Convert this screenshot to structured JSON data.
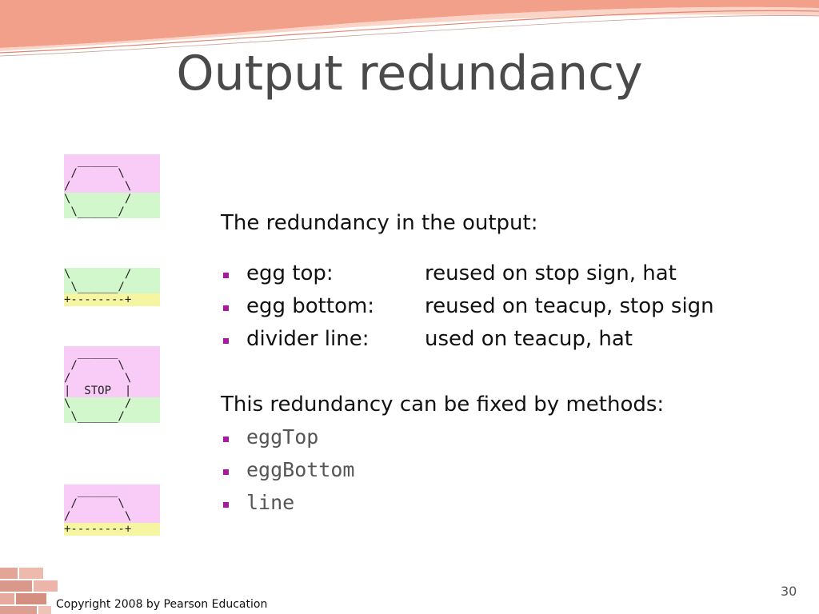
{
  "slide": {
    "title": "Output redundancy",
    "colors": {
      "pink": "#f9cbf7",
      "green": "#d3f7cd",
      "yellow": "#f6f6a2",
      "bullet": "#a81a9c",
      "banner": "#f2a08a"
    }
  },
  "ascii_figures": [
    {
      "name": "egg",
      "lines": [
        {
          "text": "  ______",
          "color": "pink"
        },
        {
          "text": " /      \\",
          "color": "pink"
        },
        {
          "text": "/        \\",
          "color": "pink"
        },
        {
          "text": "\\        /",
          "color": "green"
        },
        {
          "text": " \\______/",
          "color": "green"
        }
      ]
    },
    {
      "name": "teacup",
      "lines": [
        {
          "text": "\\        /",
          "color": "green"
        },
        {
          "text": " \\______/",
          "color": "green"
        },
        {
          "text": "+--------+",
          "color": "yellow"
        }
      ]
    },
    {
      "name": "stop-sign",
      "lines": [
        {
          "text": "  ______",
          "color": "pink"
        },
        {
          "text": " /      \\",
          "color": "pink"
        },
        {
          "text": "/        \\",
          "color": "pink"
        },
        {
          "text": "|  STOP  |",
          "color": "pink"
        },
        {
          "text": "\\        /",
          "color": "green"
        },
        {
          "text": " \\______/",
          "color": "green"
        }
      ]
    },
    {
      "name": "hat",
      "lines": [
        {
          "text": "  ______",
          "color": "pink"
        },
        {
          "text": " /      \\",
          "color": "pink"
        },
        {
          "text": "/        \\",
          "color": "pink"
        },
        {
          "text": "+--------+",
          "color": "yellow"
        }
      ]
    }
  ],
  "content": {
    "intro": "The redundancy in the output:",
    "redundancies": [
      {
        "label": "egg top:",
        "description": "reused on stop sign, hat"
      },
      {
        "label": "egg bottom:",
        "description": "reused on teacup, stop sign"
      },
      {
        "label": "divider line:",
        "description": "used on teacup, hat"
      }
    ],
    "fix_intro": "This redundancy can be fixed by methods:",
    "methods": [
      "eggTop",
      "eggBottom",
      "line"
    ]
  },
  "footer": {
    "copyright": "Copyright 2008 by Pearson Education",
    "page_number": "30"
  }
}
